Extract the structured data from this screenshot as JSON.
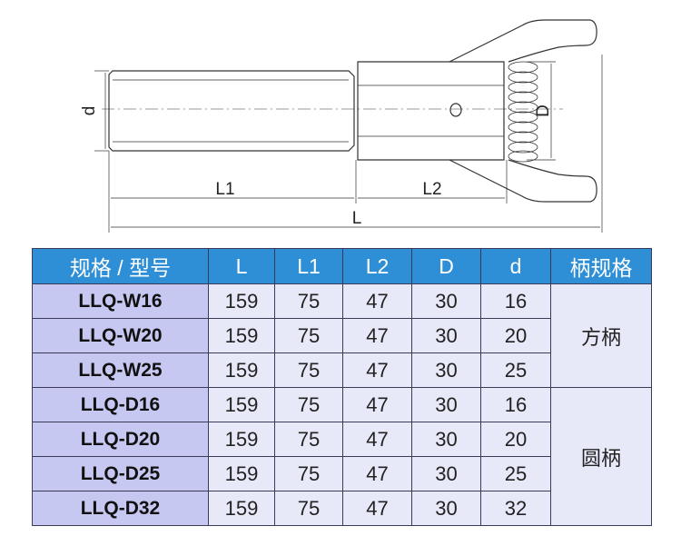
{
  "drawing": {
    "labels": {
      "d": "d",
      "D": "D",
      "L1": "L1",
      "L2": "L2",
      "L": "L"
    }
  },
  "table": {
    "headers": [
      "规格 / 型号",
      "L",
      "L1",
      "L2",
      "D",
      "d",
      "柄规格"
    ],
    "rows": [
      {
        "model": "LLQ-W16",
        "L": "159",
        "L1": "75",
        "L2": "47",
        "D": "30",
        "d": "16"
      },
      {
        "model": "LLQ-W20",
        "L": "159",
        "L1": "75",
        "L2": "47",
        "D": "30",
        "d": "20"
      },
      {
        "model": "LLQ-W25",
        "L": "159",
        "L1": "75",
        "L2": "47",
        "D": "30",
        "d": "25"
      },
      {
        "model": "LLQ-D16",
        "L": "159",
        "L1": "75",
        "L2": "47",
        "D": "30",
        "d": "16"
      },
      {
        "model": "LLQ-D20",
        "L": "159",
        "L1": "75",
        "L2": "47",
        "D": "30",
        "d": "20"
      },
      {
        "model": "LLQ-D25",
        "L": "159",
        "L1": "75",
        "L2": "47",
        "D": "30",
        "d": "25"
      },
      {
        "model": "LLQ-D32",
        "L": "159",
        "L1": "75",
        "L2": "47",
        "D": "30",
        "d": "32"
      }
    ],
    "shank_groups": [
      "方柄",
      "圆柄"
    ]
  }
}
